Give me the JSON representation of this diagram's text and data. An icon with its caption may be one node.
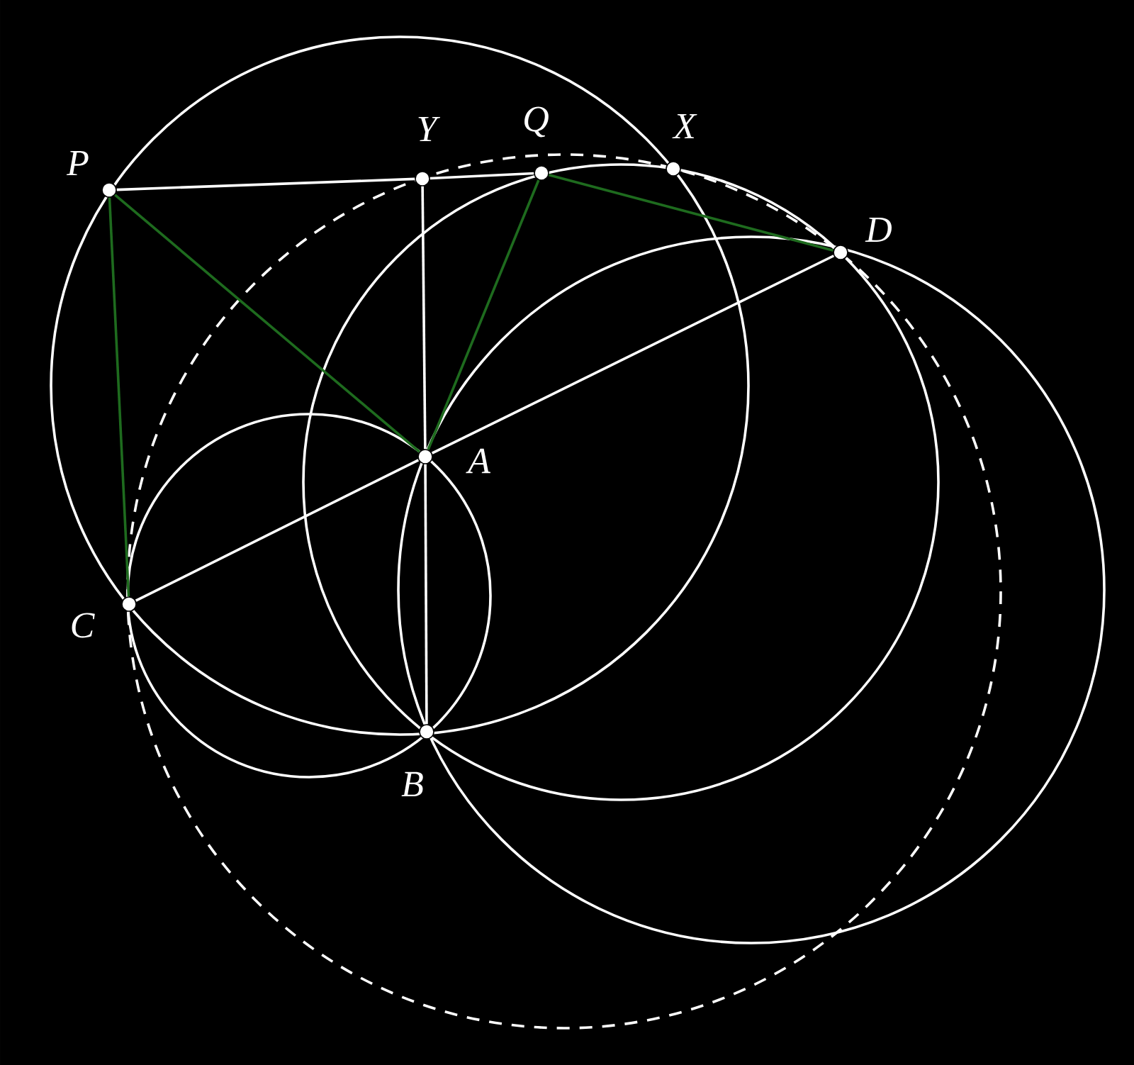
{
  "diagram": {
    "nodes": [
      {
        "text": [],
        "shape": "circle",
        "beside": [
          "P"
        ]
      },
      {
        "text": [],
        "shape": "circle",
        "beside": [
          "Y"
        ]
      },
      {
        "text": [],
        "shape": "circle",
        "beside": [
          "Q"
        ]
      },
      {
        "text": [],
        "shape": "circle",
        "beside": [
          "X"
        ]
      },
      {
        "text": [],
        "shape": "circle",
        "beside": [
          "D"
        ]
      },
      {
        "text": [],
        "shape": "circle",
        "beside": [
          "A"
        ]
      },
      {
        "text": [],
        "shape": "circle",
        "beside": [
          "C"
        ]
      },
      {
        "text": [],
        "shape": "circle",
        "beside": [
          "B"
        ]
      }
    ],
    "edges": [
      {
        "from": 0,
        "to": 1,
        "arrow": "none"
      },
      {
        "from": 1,
        "to": 2,
        "arrow": "none"
      },
      {
        "from": 2,
        "to": 4,
        "arrow": "none",
        "color": "#1e6b1e"
      },
      {
        "from": 0,
        "to": 5,
        "arrow": "none",
        "color": "#1e6b1e"
      },
      {
        "from": 0,
        "to": 6,
        "arrow": "none",
        "color": "#1e6b1e"
      },
      {
        "from": 5,
        "to": 2,
        "arrow": "none",
        "color": "#1e6b1e"
      },
      {
        "from": 1,
        "to": 5,
        "arrow": "none"
      },
      {
        "from": 5,
        "to": 7,
        "arrow": "none"
      },
      {
        "from": 6,
        "to": 5,
        "arrow": "none"
      },
      {
        "from": 5,
        "to": 4,
        "arrow": "none"
      }
    ]
  }
}
